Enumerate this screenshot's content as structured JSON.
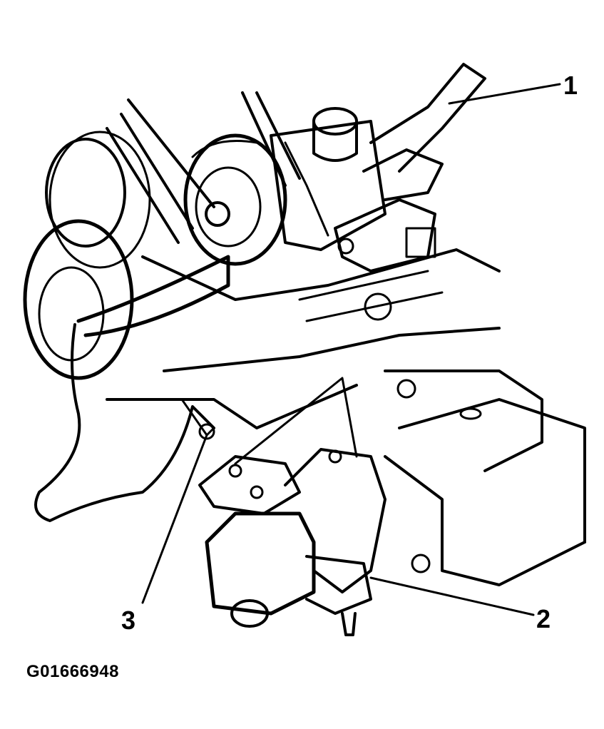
{
  "figure": {
    "id": "G01666948",
    "callouts": [
      {
        "label": "1"
      },
      {
        "label": "2"
      },
      {
        "label": "3"
      }
    ]
  }
}
